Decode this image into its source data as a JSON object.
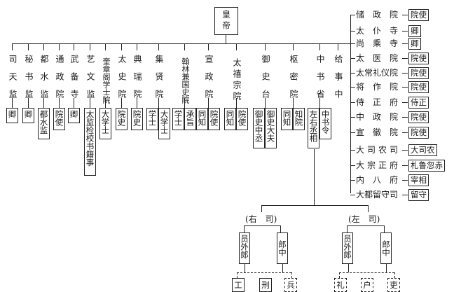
{
  "root": {
    "label": "皇帝"
  },
  "left_departments": [
    {
      "name": "司天监",
      "officials": [
        "卿"
      ]
    },
    {
      "name": "秘书监",
      "officials": [
        "卿"
      ]
    },
    {
      "name": "都水监",
      "officials": [
        "都水监"
      ]
    },
    {
      "name": "通政院",
      "officials": [
        "院使"
      ]
    },
    {
      "name": "武备寺",
      "officials": [
        "卿"
      ]
    },
    {
      "name": "艺文监",
      "officials": [
        "太监检校书籍事"
      ]
    },
    {
      "name": "奎章阁学士院",
      "officials": [
        "大学士"
      ]
    },
    {
      "name": "太史院",
      "officials": [
        "院史"
      ]
    },
    {
      "name": "典瑞院",
      "officials": [
        "院史"
      ]
    },
    {
      "name": "集贤院",
      "officials": [
        "学士",
        "大学士"
      ]
    },
    {
      "name": "翰林兼国史院",
      "officials": [
        "学士",
        "承旨"
      ]
    },
    {
      "name": "宣政院",
      "officials": [
        "同知",
        "院使"
      ]
    },
    {
      "name": "太禧宗院",
      "officials": [
        "同知",
        "院使"
      ]
    },
    {
      "name": "御史台",
      "officials": [
        "御史中丞",
        "御史大夫"
      ]
    },
    {
      "name": "枢密院",
      "officials": [
        "同知",
        "知院"
      ]
    },
    {
      "name": "中书省",
      "officials": [
        "左右丞相",
        "中书令"
      ]
    },
    {
      "name": "给事中",
      "officials": []
    }
  ],
  "right_departments": [
    {
      "name": "储政院",
      "official": "院使"
    },
    {
      "name": "太仆寺",
      "official": "卿"
    },
    {
      "name": "尚乘寺",
      "official": "卿"
    },
    {
      "name": "太医院",
      "official": "院使"
    },
    {
      "name": "太常礼仪院",
      "official": "院使"
    },
    {
      "name": "将作院",
      "official": "院使"
    },
    {
      "name": "侍正府",
      "official": "侍正"
    },
    {
      "name": "中政院",
      "official": "院使"
    },
    {
      "name": "宣徽院",
      "official": "院使"
    },
    {
      "name": "大司农司",
      "official": "大司农"
    },
    {
      "name": "大宗正府",
      "official": "札鲁忽赤"
    },
    {
      "name": "内八府",
      "official": "宰相"
    },
    {
      "name": "大都留守司",
      "official": "留守"
    }
  ],
  "secretariat_branches": [
    {
      "label": "(右　司)",
      "officials": [
        "员外郎",
        "郎中"
      ],
      "ministries": [
        "工",
        "刑",
        "兵"
      ]
    },
    {
      "label": "(左　司)",
      "officials": [
        "员外郎",
        "郎中"
      ],
      "ministries": [
        "礼",
        "户",
        "吏"
      ]
    }
  ]
}
